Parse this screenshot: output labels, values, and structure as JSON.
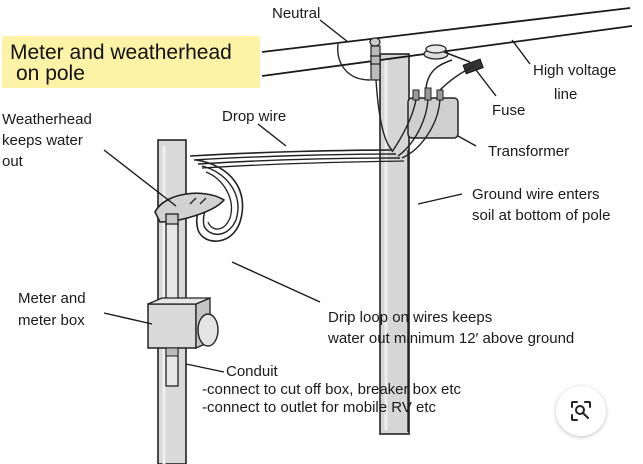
{
  "title": {
    "line1": "Meter and weatherhead",
    "line2": "on pole"
  },
  "labels": {
    "neutral": "Neutral",
    "high_voltage_1": "High voltage",
    "high_voltage_2": "line",
    "fuse": "Fuse",
    "transformer": "Transformer",
    "drop_wire": "Drop wire",
    "weatherhead_1": "Weatherhead",
    "weatherhead_2": "keeps water",
    "weatherhead_3": "out",
    "ground_1": "Ground wire enters",
    "ground_2": "soil at bottom of pole",
    "meter_1": "Meter and",
    "meter_2": "meter box",
    "drip_1": "Drip loop on wires keeps",
    "drip_2": "water out  minimum 12′ above ground",
    "conduit": "Conduit",
    "conduit_note_1": "-connect to cut off box, breaker box etc",
    "conduit_note_2": "-connect to outlet for mobile RV etc"
  },
  "colors": {
    "title_highlight": "#fdf3a6",
    "pole_fill": "#dcdcdc",
    "line_color": "#1a1a1a"
  },
  "icons": {
    "zoom": "image-search-icon"
  }
}
